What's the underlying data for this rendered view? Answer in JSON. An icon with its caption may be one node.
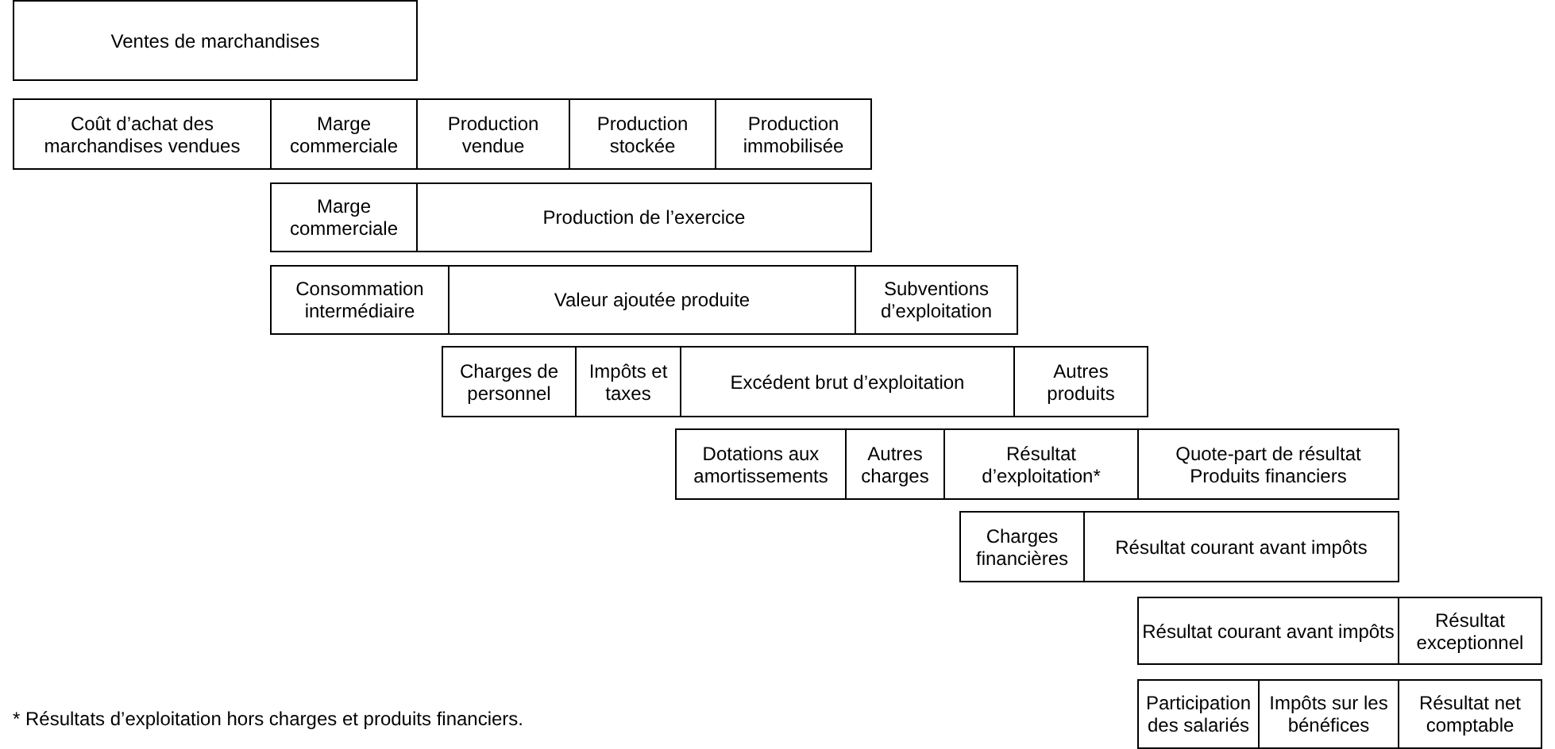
{
  "diagram": {
    "nodes": [
      {
        "text": [
          "Ventes de marchandises"
        ]
      },
      {
        "text": [
          "Coût d’achat des marchandises vendues"
        ]
      },
      {
        "text": [
          "Marge commerciale"
        ]
      },
      {
        "text": [
          "Production vendue"
        ]
      },
      {
        "text": [
          "Production stockée"
        ]
      },
      {
        "text": [
          "Production immobilisée"
        ]
      },
      {
        "text": [
          "Marge commerciale"
        ]
      },
      {
        "text": [
          "Production de l’exercice"
        ]
      },
      {
        "text": [
          "Consommation intermédiaire"
        ]
      },
      {
        "text": [
          "Valeur ajoutée produite"
        ]
      },
      {
        "text": [
          "Subventions d’exploitation"
        ]
      },
      {
        "text": [
          "Charges de personnel"
        ]
      },
      {
        "text": [
          "Impôts et taxes"
        ]
      },
      {
        "text": [
          "Excédent brut d’exploitation"
        ]
      },
      {
        "text": [
          "Autres produits"
        ]
      },
      {
        "text": [
          "Dotations aux amortissements"
        ]
      },
      {
        "text": [
          "Autres charges"
        ]
      },
      {
        "text": [
          "Résultat d’exploitation*"
        ]
      },
      {
        "text": [
          "Quote-part de résultat",
          "Produits financiers"
        ]
      },
      {
        "text": [
          "Charges financières"
        ]
      },
      {
        "text": [
          "Résultat courant avant impôts"
        ]
      },
      {
        "text": [
          "Résultat courant avant impôts"
        ]
      },
      {
        "text": [
          "Résultat exceptionnel"
        ]
      },
      {
        "text": [
          "Participation des salariés"
        ]
      },
      {
        "text": [
          "Impôts sur les bénéfices"
        ]
      },
      {
        "text": [
          "Résultat net comptable"
        ]
      }
    ],
    "labels": [
      "* Résultats d’exploitation hors charges et produits financiers."
    ]
  }
}
